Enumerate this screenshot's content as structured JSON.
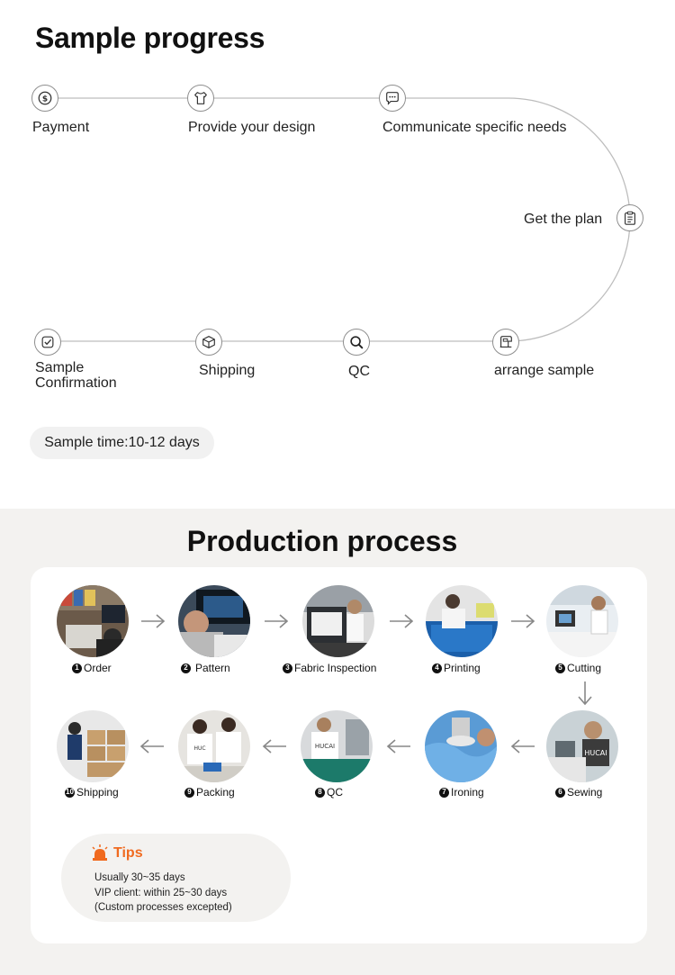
{
  "sample": {
    "title": "Sample progress",
    "steps": [
      {
        "label": "Payment",
        "icon": "dollar-coin-icon"
      },
      {
        "label": "Provide your design",
        "icon": "tshirt-icon"
      },
      {
        "label": "Communicate specific needs",
        "icon": "chat-bubble-icon"
      },
      {
        "label": "Get the plan",
        "icon": "clipboard-icon"
      },
      {
        "label": "arrange sample",
        "icon": "sewing-machine-icon"
      },
      {
        "label": "QC",
        "icon": "magnifier-icon"
      },
      {
        "label": "Shipping",
        "icon": "package-box-icon"
      },
      {
        "label": "Sample Confirmation",
        "icon": "checkbox-icon"
      }
    ],
    "sample_time": "Sample time:10-12 days"
  },
  "production": {
    "title": "Production process",
    "steps": [
      {
        "num": "1",
        "label": "Order"
      },
      {
        "num": "2",
        "label": "Pattern"
      },
      {
        "num": "3",
        "label": "Fabric Inspection"
      },
      {
        "num": "4",
        "label": "Printing"
      },
      {
        "num": "5",
        "label": "Cutting"
      },
      {
        "num": "6",
        "label": "Sewing"
      },
      {
        "num": "7",
        "label": "Ironing"
      },
      {
        "num": "8",
        "label": "QC"
      },
      {
        "num": "9",
        "label": "Packing"
      },
      {
        "num": "10",
        "label": "Shipping"
      }
    ],
    "tips": {
      "title": "Tips",
      "lines": [
        "Usually 30~35 days",
        "VIP client: within 25~30 days",
        "(Custom processes excepted)"
      ]
    }
  },
  "colors": {
    "track": "#bdbdbd",
    "tips_accent": "#f06a1f",
    "section_bg": "#f3f2f0"
  }
}
